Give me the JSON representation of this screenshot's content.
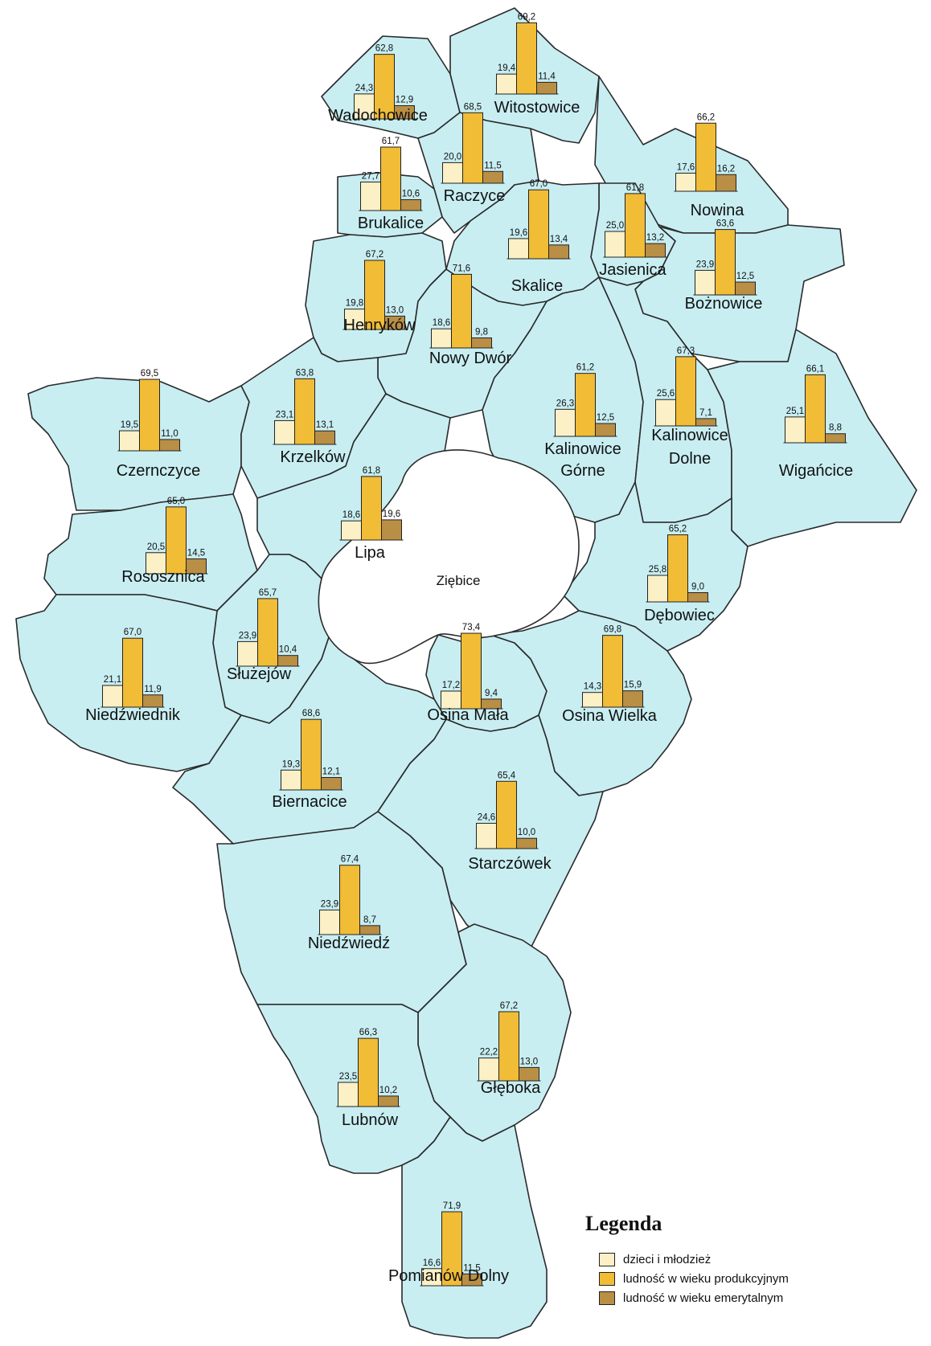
{
  "map": {
    "center_label": "Ziębice",
    "region_fill": "#c8eef2",
    "border_color": "#2a2a2a"
  },
  "legend": {
    "title": "Legenda",
    "items": [
      {
        "label": "dzieci i młodzież",
        "color": "#fbf0c6"
      },
      {
        "label": "ludność w wieku produkcyjnym",
        "color": "#f1bc36"
      },
      {
        "label": "ludność w wieku emerytalnym",
        "color": "#b98e45"
      }
    ]
  },
  "chart_data": {
    "type": "bar",
    "categories": [
      "dzieci i młodzież",
      "ludność w wieku produkcyjnym",
      "ludność w wieku emerytalnym"
    ],
    "series": [
      {
        "name": "Wadochowice",
        "labels": [
          "24,3",
          "62,8",
          "12,9"
        ],
        "values": [
          24.3,
          62.8,
          12.9
        ]
      },
      {
        "name": "Witostowice",
        "labels": [
          "19,4",
          "69,2",
          "11,4"
        ],
        "values": [
          19.4,
          69.2,
          11.4
        ]
      },
      {
        "name": "Raczyce",
        "labels": [
          "20,0",
          "68,5",
          "11,5"
        ],
        "values": [
          20.0,
          68.5,
          11.5
        ]
      },
      {
        "name": "Brukalice",
        "labels": [
          "27,7",
          "61,7",
          "10,6"
        ],
        "values": [
          27.7,
          61.7,
          10.6
        ]
      },
      {
        "name": "Nowina",
        "labels": [
          "17,6",
          "66,2",
          "16,2"
        ],
        "values": [
          17.6,
          66.2,
          16.2
        ]
      },
      {
        "name": "Jasienica",
        "labels": [
          "25,0",
          "61,8",
          "13,2"
        ],
        "values": [
          25.0,
          61.8,
          13.2
        ]
      },
      {
        "name": "Skalice",
        "labels": [
          "19,6",
          "67,0",
          "13,4"
        ],
        "values": [
          19.6,
          67.0,
          13.4
        ]
      },
      {
        "name": "Bożnowice",
        "labels": [
          "23,9",
          "63,6",
          "12,5"
        ],
        "values": [
          23.9,
          63.6,
          12.5
        ]
      },
      {
        "name": "Henryków",
        "labels": [
          "19,8",
          "67,2",
          "13,0"
        ],
        "values": [
          19.8,
          67.2,
          13.0
        ]
      },
      {
        "name": "Nowy Dwór",
        "labels": [
          "18,6",
          "71,6",
          "9,8"
        ],
        "values": [
          18.6,
          71.6,
          9.8
        ]
      },
      {
        "name": "Czernczyce",
        "labels": [
          "19,5",
          "69,5",
          "11,0"
        ],
        "values": [
          19.5,
          69.5,
          11.0
        ]
      },
      {
        "name": "Krzelków",
        "labels": [
          "23,1",
          "63,8",
          "13,1"
        ],
        "values": [
          23.1,
          63.8,
          13.1
        ]
      },
      {
        "name": "Kalinowice Górne",
        "labels": [
          "26,3",
          "61,2",
          "12,5"
        ],
        "values": [
          26.3,
          61.2,
          12.5
        ]
      },
      {
        "name": "Kalinowice Dolne",
        "labels": [
          "25,6",
          "67,3",
          "7,1"
        ],
        "values": [
          25.6,
          67.3,
          7.1
        ]
      },
      {
        "name": "Wigańcice",
        "labels": [
          "25,1",
          "66,1",
          "8,8"
        ],
        "values": [
          25.1,
          66.1,
          8.8
        ]
      },
      {
        "name": "Rososznica",
        "labels": [
          "20,5",
          "65,0",
          "14,5"
        ],
        "values": [
          20.5,
          65.0,
          14.5
        ]
      },
      {
        "name": "Lipa",
        "labels": [
          "18,6",
          "61,8",
          "19,6"
        ],
        "values": [
          18.6,
          61.8,
          19.6
        ]
      },
      {
        "name": "Dębowiec",
        "labels": [
          "25,8",
          "65,2",
          "9,0"
        ],
        "values": [
          25.8,
          65.2,
          9.0
        ]
      },
      {
        "name": "Służejów",
        "labels": [
          "23,9",
          "65,7",
          "10,4"
        ],
        "values": [
          23.9,
          65.7,
          10.4
        ]
      },
      {
        "name": "Niedźwiednik",
        "labels": [
          "21,1",
          "67,0",
          "11,9"
        ],
        "values": [
          21.1,
          67.0,
          11.9
        ]
      },
      {
        "name": "Osina Mała",
        "labels": [
          "17,2",
          "73,4",
          "9,4"
        ],
        "values": [
          17.2,
          73.4,
          9.4
        ]
      },
      {
        "name": "Osina Wielka",
        "labels": [
          "14,3",
          "69,8",
          "15,9"
        ],
        "values": [
          14.3,
          69.8,
          15.9
        ]
      },
      {
        "name": "Biernacice",
        "labels": [
          "19,3",
          "68,6",
          "12,1"
        ],
        "values": [
          19.3,
          68.6,
          12.1
        ]
      },
      {
        "name": "Starczówek",
        "labels": [
          "24,6",
          "65,4",
          "10,0"
        ],
        "values": [
          24.6,
          65.4,
          10.0
        ]
      },
      {
        "name": "Niedźwiedź",
        "labels": [
          "23,9",
          "67,4",
          "8,7"
        ],
        "values": [
          23.9,
          67.4,
          8.7
        ]
      },
      {
        "name": "Głęboka",
        "labels": [
          "22,2",
          "67,2",
          "13,0"
        ],
        "values": [
          22.2,
          67.2,
          13.0
        ]
      },
      {
        "name": "Lubnów",
        "labels": [
          "23,5",
          "66,3",
          "10,2"
        ],
        "values": [
          23.5,
          66.3,
          10.2
        ]
      },
      {
        "name": "Pomianów Dolny",
        "labels": [
          "16,6",
          "71,9",
          "11,5"
        ],
        "values": [
          16.6,
          71.9,
          11.5
        ]
      }
    ]
  }
}
